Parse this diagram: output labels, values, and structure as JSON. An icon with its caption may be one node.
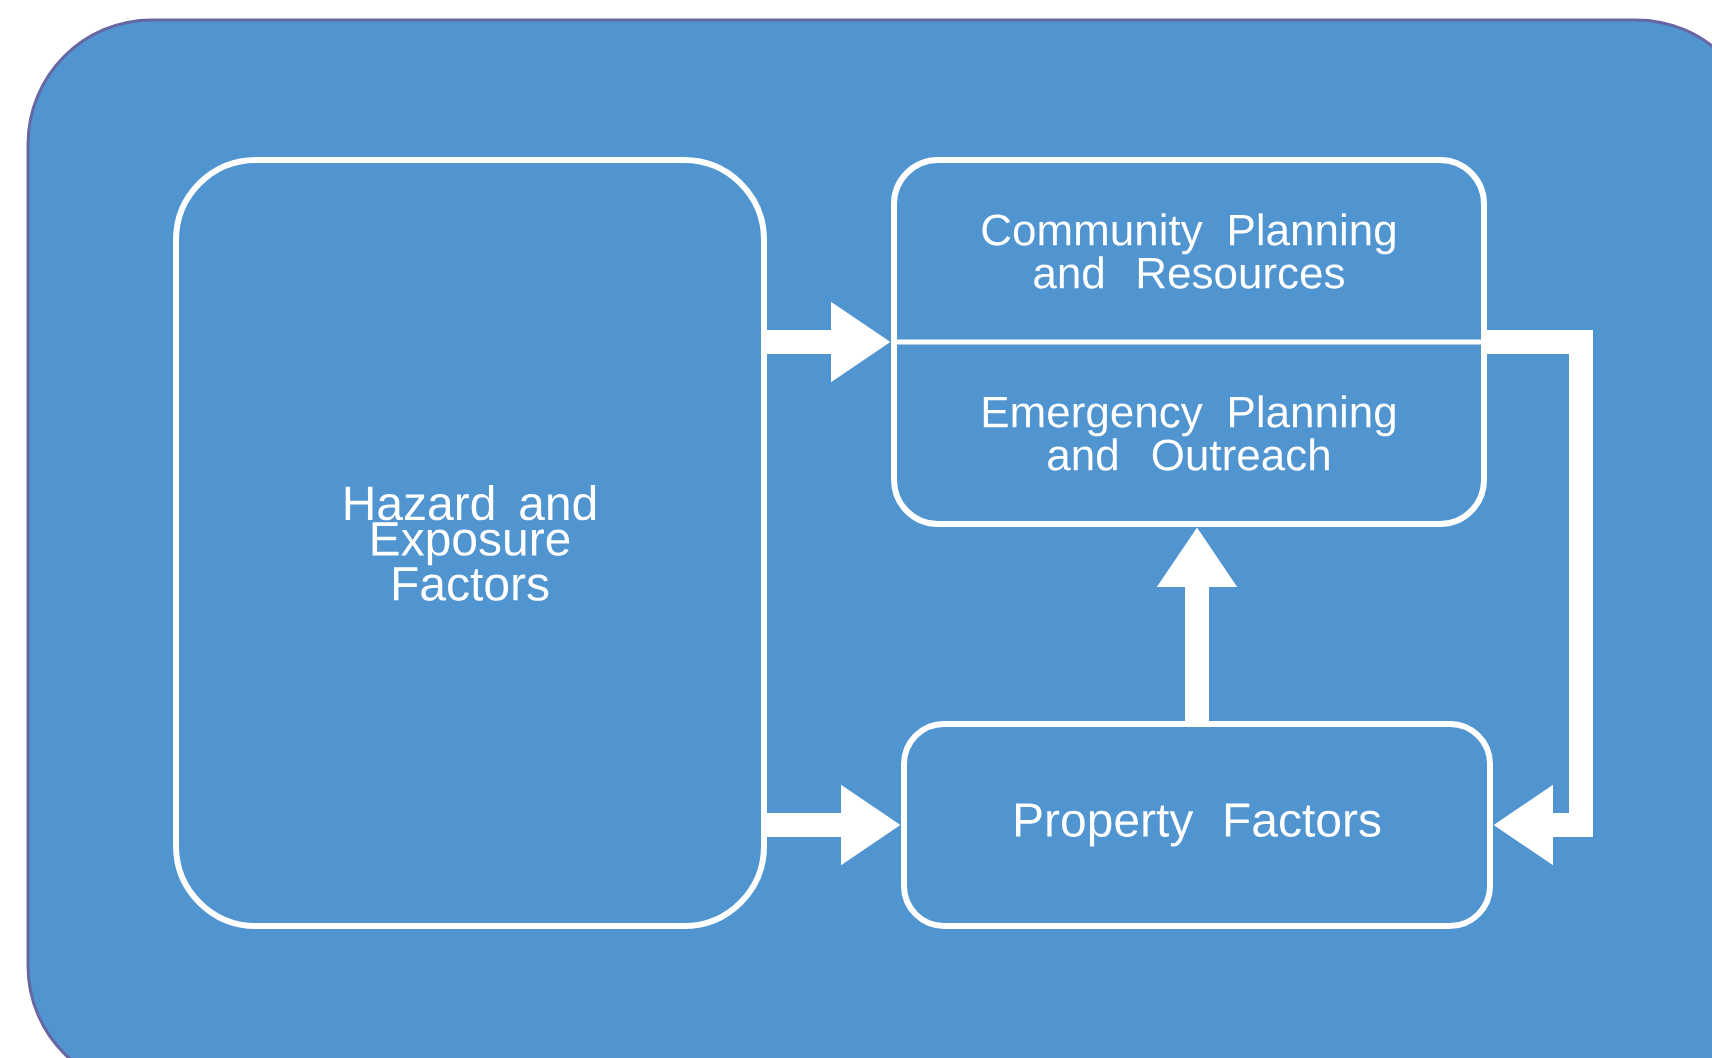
{
  "diagram": {
    "nodes": [
      {
        "text": [
          "Hazard and Exposure Factors"
        ]
      },
      {
        "text": [
          "Community Planning and Resources",
          "Emergency Planning and Outreach"
        ]
      },
      {
        "text": [
          "Property Factors"
        ]
      }
    ],
    "edges": [
      {
        "from": 0,
        "to": 1,
        "arrow": "to"
      },
      {
        "from": 0,
        "to": 2,
        "arrow": "to"
      },
      {
        "from": 2,
        "to": 1,
        "arrow": "to"
      },
      {
        "from": 1,
        "to": 2,
        "arrow": "to"
      }
    ]
  }
}
